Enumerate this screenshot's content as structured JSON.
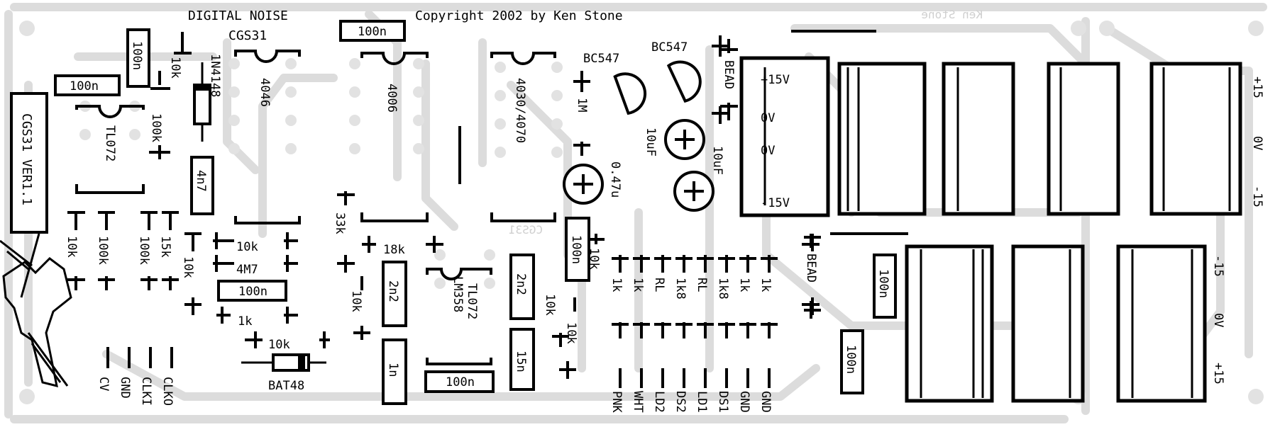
{
  "title": "DIGITAL NOISE",
  "board_name": "CGS31",
  "copyright": "Copyright 2002 by Ken Stone",
  "mirror_credit": "Ken Stone",
  "mirror_part": "CGS31",
  "version_box": "CGS31 VER1.1",
  "ics": {
    "tl072_top": "TL072",
    "cd4046": "4046",
    "cd4006": "4006",
    "cd4030": "4030/4070",
    "lm358": "LM358",
    "lm358_alt": "TL072"
  },
  "transistors": [
    "BC547",
    "BC547"
  ],
  "diodes": {
    "d1": "1N4148",
    "d2": "BAT48"
  },
  "caps": {
    "c100n_a": "100n",
    "c100n_b": "100n",
    "c100n_c": "100n",
    "c100n_d": "100n",
    "c100n_e": "100n",
    "c100n_f": "100n",
    "c100n_g": "100n",
    "c100n_h": "100n",
    "c4n7": "4n7",
    "c2n2_a": "2n2",
    "c2n2_b": "2n2",
    "c1n": "1n",
    "c15n": "15n",
    "e047": "0.47u",
    "e10a": "10uF",
    "e10b": "10uF"
  },
  "resistors": {
    "r10k_a": "10k",
    "r100k_a": "100k",
    "r1m": "1M",
    "r10k_b": "10k",
    "r100k_b": "100k",
    "r100k_c": "100k",
    "r15k": "15k",
    "r10k_c": "10k",
    "r10k_d": "10k",
    "r4m7": "4M7",
    "r1k": "1k",
    "r10k_e": "10k",
    "r33k": "33k",
    "r18k": "18k",
    "r10k_f": "10k",
    "r10k_g": "10k",
    "r10k_h": "10k",
    "r10k_i": "10k"
  },
  "beads": [
    "BEAD",
    "BEAD"
  ],
  "psu_labels": [
    "+15V",
    "0V",
    "0V",
    "-15V"
  ],
  "edge_labels_a": [
    "+15",
    "0V",
    "-15"
  ],
  "edge_labels_b": [
    "-15",
    "0V",
    "+15"
  ],
  "output_resistors": [
    "1k",
    "1k",
    "RL",
    "1k8",
    "RL",
    "1k8",
    "1k",
    "1k"
  ],
  "outputs": [
    "PNK",
    "WHT",
    "LD2",
    "DS2",
    "LD1",
    "DS1",
    "GND",
    "GND"
  ],
  "inputs": [
    "CV",
    "GND",
    "CLKI",
    "CLKO"
  ]
}
